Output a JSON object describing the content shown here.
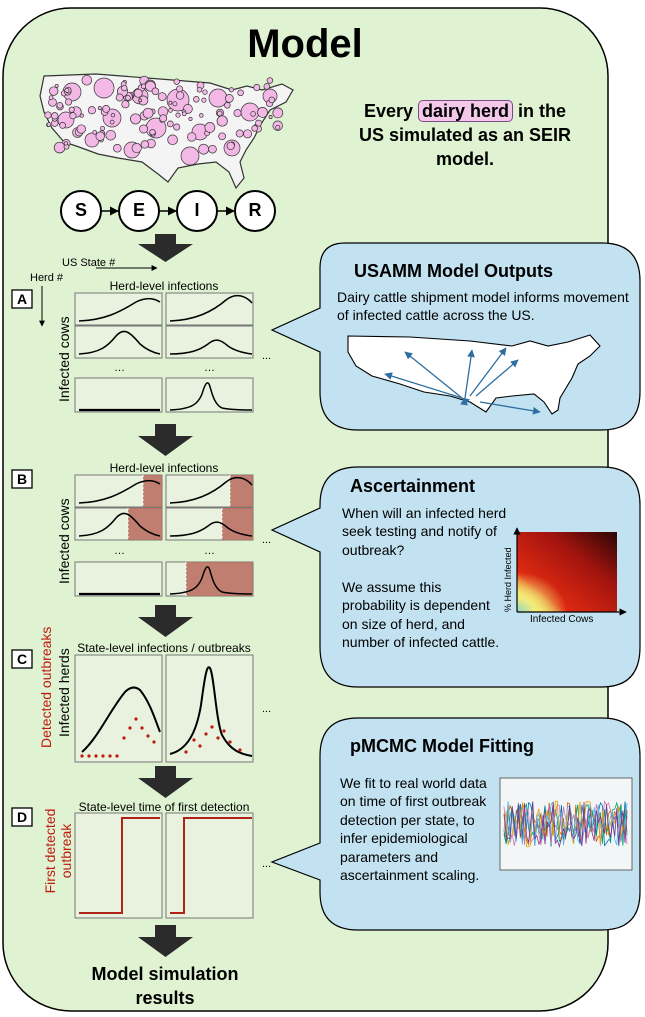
{
  "header": {
    "title": "Model"
  },
  "intro": {
    "text_before": "Every",
    "highlight": "dairy herd",
    "text_after": "in the US simulated as an SEIR model."
  },
  "seir": {
    "states": [
      "S",
      "E",
      "I",
      "R"
    ]
  },
  "axis_hints": {
    "us_state": "US State #",
    "herd": "Herd #"
  },
  "sections": {
    "a": {
      "letter": "A",
      "panel_title": "Herd-level infections",
      "y_label": "Infected cows",
      "ellipsis": "…",
      "more": "..."
    },
    "b": {
      "letter": "B",
      "panel_title": "Herd-level infections",
      "y_label": "Infected cows",
      "ellipsis": "…",
      "more": "..."
    },
    "c": {
      "letter": "C",
      "panel_title": "State-level infections / outbreaks",
      "y_label_red": "Detected outbreaks",
      "y_label_black": "Infected herds",
      "more": "..."
    },
    "d": {
      "letter": "D",
      "panel_title": "State-level time of first detection",
      "y_label_red": "First detected outbreak",
      "more": "..."
    }
  },
  "callouts": {
    "usamm": {
      "title": "USAMM Model Outputs",
      "text": "Dairy cattle shipment model informs movement of infected cattle across the US."
    },
    "ascertainment": {
      "title": "Ascertainment",
      "text1": "When will an infected herd seek testing and notify of outbreak?",
      "text2": "We assume this probability is dependent on size of herd, and number of infected cattle.",
      "heatmap_y": "% Herd Infected",
      "heatmap_x": "Infected Cows"
    },
    "pmcmc": {
      "title": "pMCMC Model Fitting",
      "text": "We fit to real world data on time of first outbreak detection per state, to infer epidemiological parameters and ascertainment scaling."
    }
  },
  "footer": {
    "result": "Model simulation results"
  },
  "colors": {
    "background": "#dff3d2",
    "callout": "#c3e2f1",
    "red": "#c0190f",
    "shade": "#b86a5d",
    "pink": "#f3c8e9"
  }
}
